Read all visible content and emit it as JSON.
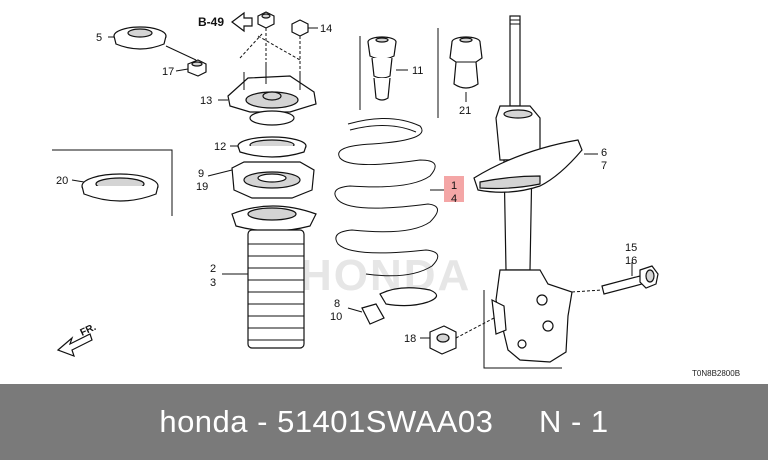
{
  "diagram": {
    "section_ref": "B-49",
    "diagram_code": "T0N8B2800B",
    "front_label": "FR.",
    "watermark": "HONDA",
    "callouts": {
      "c5": "5",
      "c17": "17",
      "c14": "14",
      "c13": "13",
      "c12": "12",
      "c9": "9",
      "c19": "19",
      "c20": "20",
      "c2": "2",
      "c3": "3",
      "c11": "11",
      "c21": "21",
      "c1": "1",
      "c4": "4",
      "c6": "6",
      "c7": "7",
      "c8": "8",
      "c10": "10",
      "c15": "15",
      "c16": "16",
      "c18": "18"
    },
    "highlight_color": "#f08080"
  },
  "footer": {
    "text": "honda - 51401SWAA03     N - 1"
  }
}
